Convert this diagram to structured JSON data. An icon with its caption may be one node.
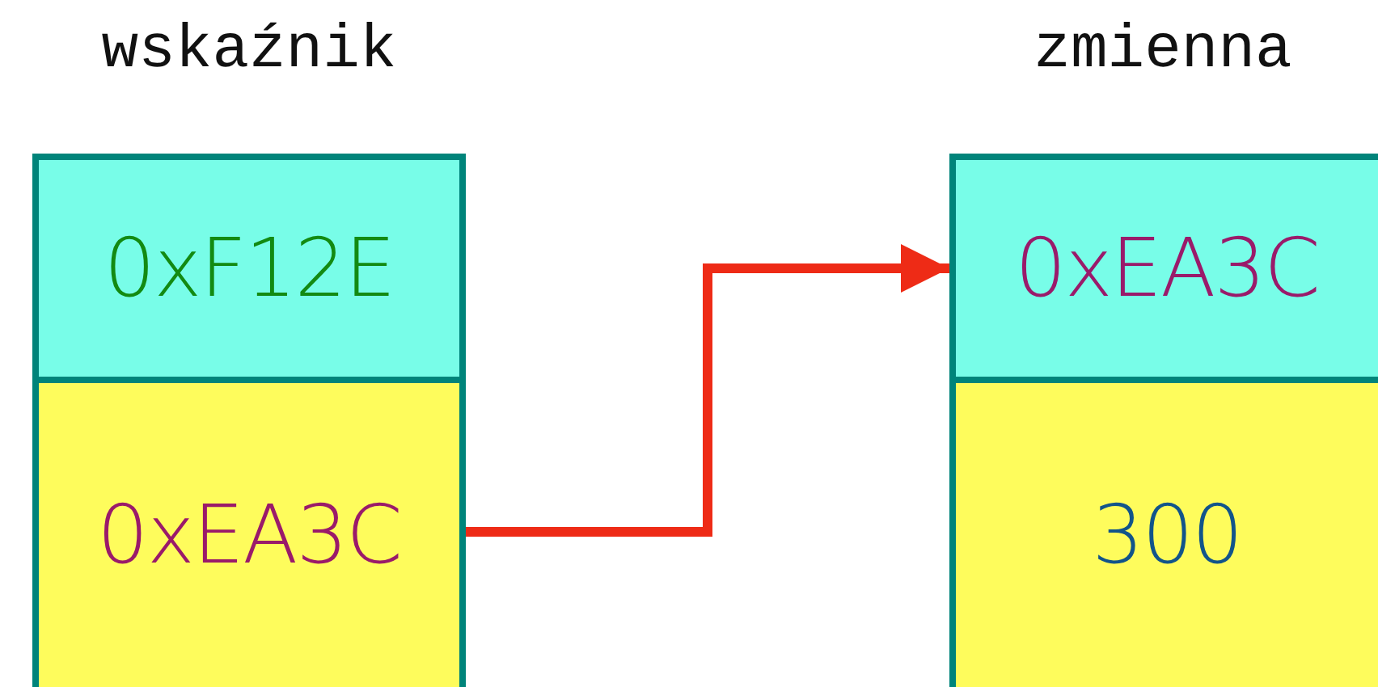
{
  "diagram": {
    "nodes": [
      {
        "text": [
          "0xF12E"
        ]
      },
      {
        "text": [
          "0xEA3C"
        ]
      },
      {
        "text": [
          "0xEA3C"
        ]
      },
      {
        "text": [
          "300"
        ]
      }
    ],
    "edges": [
      {
        "from": 1,
        "to": 2,
        "arrow": "to",
        "color": "#ee2b16"
      }
    ],
    "labels": [
      "wskaźnik",
      "zmienna"
    ]
  }
}
